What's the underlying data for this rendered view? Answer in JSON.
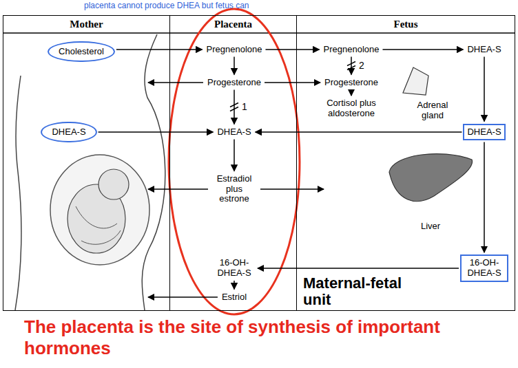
{
  "diagram": {
    "caption": "The placenta is the site of synthesis of important hormones",
    "nodes": [
      {
        "text": [
          "Mother"
        ]
      },
      {
        "text": [
          "Placenta"
        ]
      },
      {
        "text": [
          "Fetus"
        ]
      },
      {
        "text": [
          "Cholesterol"
        ],
        "in": 0
      },
      {
        "text": [
          "DHEA-S"
        ],
        "in": 0
      },
      {
        "text": [
          "Pregnenolone"
        ],
        "in": 1
      },
      {
        "text": [
          "Progesterone"
        ],
        "in": 1
      },
      {
        "text": [
          "DHEA-S"
        ],
        "in": 1
      },
      {
        "text": [
          "Estradiol plus estrone"
        ],
        "in": 1
      },
      {
        "text": [
          "16-OH-DHEA-S"
        ],
        "in": 1
      },
      {
        "text": [
          "Estriol"
        ],
        "in": 1
      },
      {
        "text": [
          "Pregnenolone"
        ],
        "in": 2
      },
      {
        "text": [
          "DHEA-S"
        ],
        "in": 2
      },
      {
        "text": [
          "Progesterone"
        ],
        "in": 2
      },
      {
        "text": [
          "Cortisol plus aldosterone"
        ],
        "in": 2
      },
      {
        "text": [
          "DHEA-S"
        ],
        "in": 2
      },
      {
        "text": [
          "16-OH-DHEA-S"
        ],
        "in": 2
      }
    ],
    "edges": [
      {
        "from": 3,
        "to": 5,
        "arrow": "to"
      },
      {
        "from": 5,
        "to": 6,
        "arrow": "to"
      },
      {
        "from": 5,
        "to": 11,
        "arrow": "to"
      },
      {
        "from": 6,
        "to": 13,
        "arrow": "to"
      },
      {
        "from": 6,
        "to": 7,
        "arrow": "to",
        "label": "1"
      },
      {
        "from": 11,
        "to": 12,
        "arrow": "to"
      },
      {
        "from": 11,
        "to": 13,
        "arrow": "to",
        "label": "2"
      },
      {
        "from": 13,
        "to": 14,
        "arrow": "to"
      },
      {
        "from": 12,
        "to": 15,
        "arrow": "to"
      },
      {
        "from": 4,
        "to": 7,
        "arrow": "to"
      },
      {
        "from": 15,
        "to": 7,
        "arrow": "to"
      },
      {
        "from": 7,
        "to": 8,
        "arrow": "to"
      },
      {
        "from": 15,
        "to": 16,
        "arrow": "to"
      },
      {
        "from": 16,
        "to": 9,
        "arrow": "to"
      },
      {
        "from": 9,
        "to": 10,
        "arrow": "to"
      }
    ],
    "labels": [
      "placenta cannot produce DHEA but fetus can",
      "Adrenal gland",
      "Liver",
      "Maternal-fetal unit"
    ]
  }
}
